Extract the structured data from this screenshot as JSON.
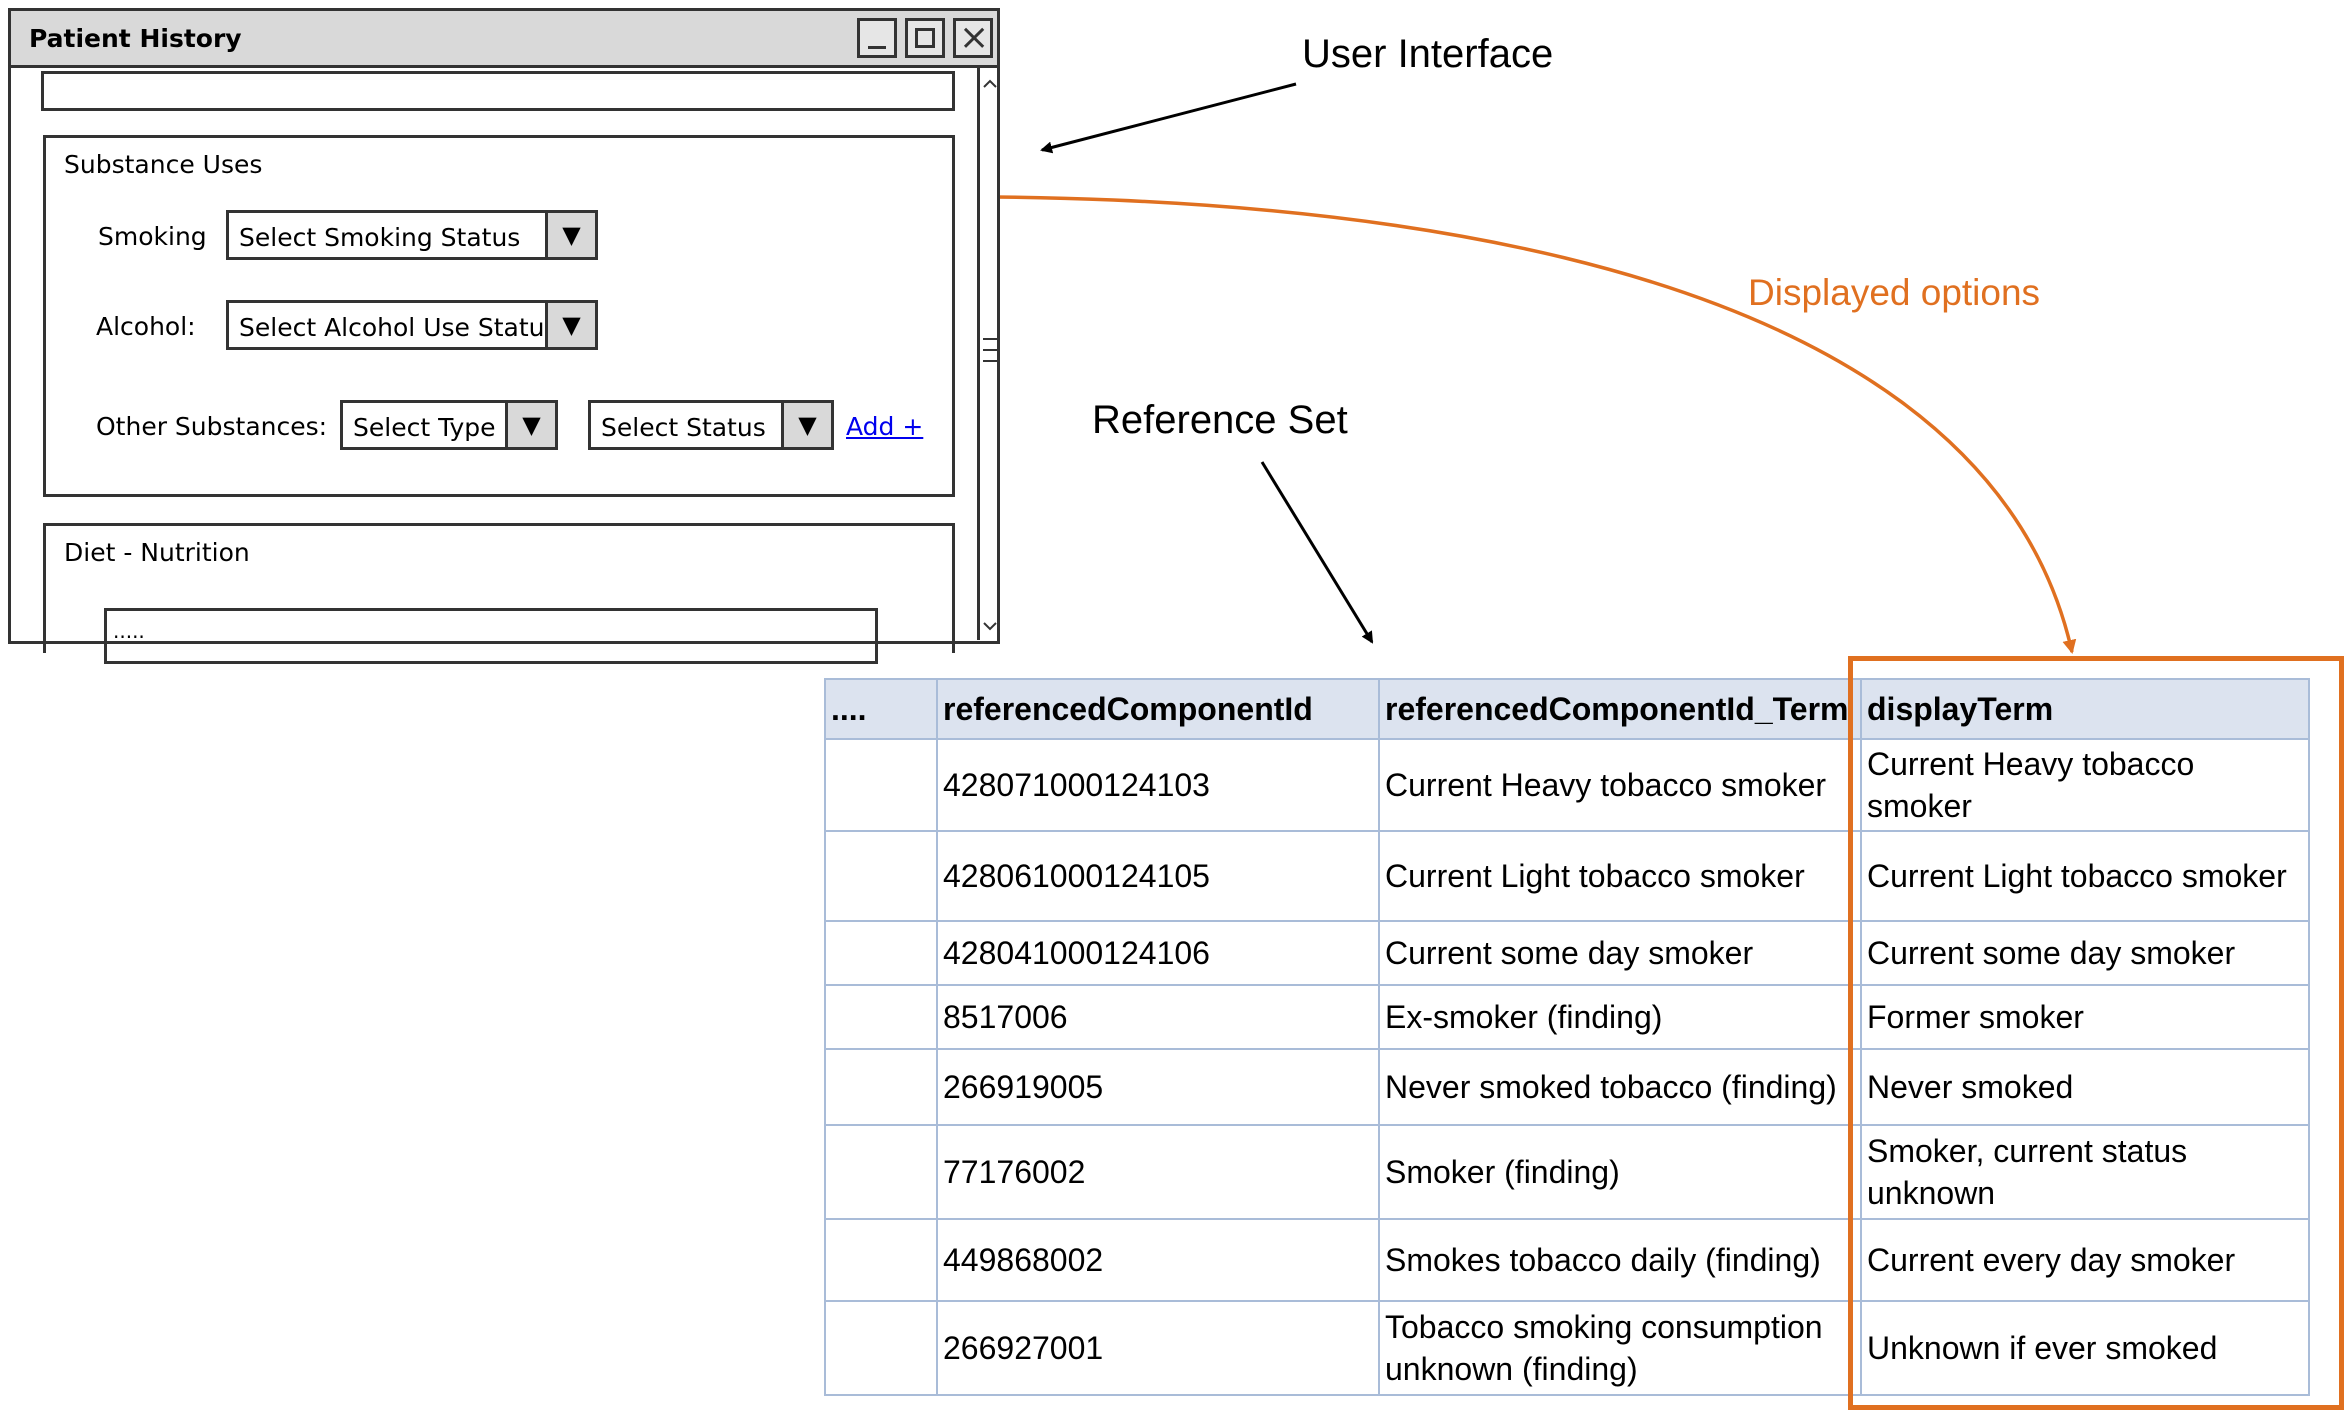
{
  "window": {
    "title": "Patient History",
    "close_glyph": "×",
    "top_field_value": "",
    "substance_group": {
      "title": "Substance Uses",
      "smoking_label": "Smoking",
      "smoking_select": "Select Smoking Status",
      "alcohol_label": "Alcohol:",
      "alcohol_select": "Select Alcohol Use Status",
      "other_label": "Other Substances:",
      "type_select": "Select Type",
      "status_select": "Select Status",
      "add_link": "Add +"
    },
    "diet_group": {
      "title": "Diet - Nutrition",
      "field_value": "....."
    },
    "dropdown_glyph": "▼"
  },
  "annotations": {
    "user_interface": "User Interface",
    "reference_set": "Reference Set",
    "displayed_options": "Displayed options"
  },
  "colors": {
    "accent_orange": "#E07020",
    "table_header_bg": "#dce3ef",
    "table_border": "#a9bcd8"
  },
  "table": {
    "headers": [
      "....",
      "referencedComponentId",
      "referencedComponentId_Term",
      "displayTerm"
    ],
    "rows": [
      [
        "",
        "428071000124103",
        "Current Heavy tobacco smoker",
        "Current Heavy tobacco smoker"
      ],
      [
        "",
        "428061000124105",
        "Current Light tobacco smoker",
        "Current Light tobacco smoker"
      ],
      [
        "",
        "428041000124106",
        "Current some day smoker",
        "Current some day smoker"
      ],
      [
        "",
        "8517006",
        "Ex-smoker (finding)",
        "Former smoker"
      ],
      [
        "",
        "266919005",
        "Never smoked tobacco (finding)",
        "Never smoked"
      ],
      [
        "",
        "77176002",
        "Smoker (finding)",
        "Smoker, current status unknown"
      ],
      [
        "",
        "449868002",
        "Smokes tobacco daily (finding)",
        "Current every day smoker"
      ],
      [
        "",
        "266927001",
        "Tobacco smoking consumption unknown (finding)",
        "Unknown if ever smoked"
      ]
    ]
  }
}
